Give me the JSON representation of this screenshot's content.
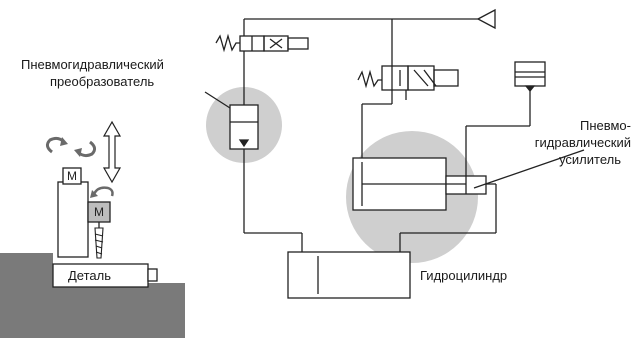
{
  "labels": {
    "pneumo_converter_line1": "Пневмогидравлический",
    "pneumo_converter_line2": "преобразователь",
    "booster_line1": "Пневмо-",
    "booster_line2": "гидравлический",
    "booster_line3": "усилитель",
    "hydro_cylinder": "Гидроцилиндр",
    "part": "Деталь",
    "motor_top": "M",
    "motor_side": "M"
  },
  "colors": {
    "line": "#222222",
    "highlight_circle": "#cfcfcf",
    "workpiece_base": "#7a7a7a",
    "motor_fill": "#bdbdbd",
    "background": "#ffffff"
  },
  "icons": {
    "rotation": "rotation-arrows-icon",
    "vertical_feed": "double-arrow-vertical-icon",
    "exhaust": "exhaust-triangle-icon"
  }
}
